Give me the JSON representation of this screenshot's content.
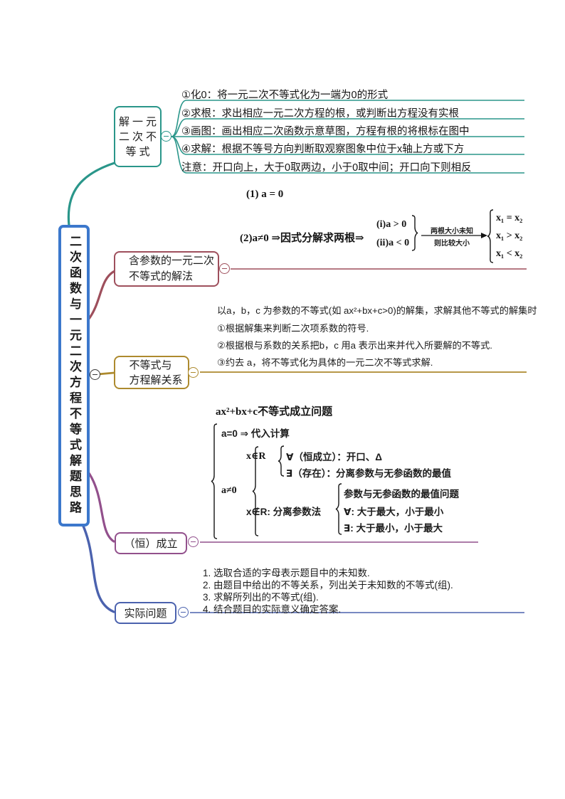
{
  "root": {
    "title": "二次函数与一元二次方程不等式解题思路"
  },
  "colors": {
    "central_blue": "#3c78cc",
    "teal": "#2a968a",
    "maroon": "#9e4f5c",
    "gold": "#ad8a2e",
    "purple": "#92508c",
    "blue": "#4b62ae",
    "toggle_dark": "#3a3a3a",
    "text": "#1c1c1c"
  },
  "solve": {
    "label": "解一元二次不等式",
    "items": [
      "①化0：将一元二次不等式化为一端为0的形式",
      "②求根：求出相应一元二次方程的根，或判断出方程没有实根",
      "③画图：画出相应二次函数示意草图，方程有根的将根标在图中",
      "④求解：根据不等号方向判断取观察图象中位于x轴上方或下方",
      "注意：开口向上，大于0取两边，小于0取中间；开口向下则相反"
    ]
  },
  "param": {
    "label": "含参数的一元二次\n不等式的解法",
    "case1": "(1)  a = 0",
    "case2_prefix": "(2)a≠0 ⇒因式分解求两根⇒",
    "subcases": [
      "(i)a > 0",
      "(ii)a < 0"
    ],
    "arrow_label_top": "两根大小未知",
    "arrow_label_bottom": "则比较大小",
    "results": [
      "x₁ = x₂",
      "x₁ > x₂",
      "x₁ < x₂"
    ]
  },
  "relation": {
    "label": "不等式与\n方程解关系",
    "intro": "以a，b，c 为参数的不等式(如 ax²+bx+c>0)的解集，求解其他不等式的解集时",
    "steps": [
      "①根据解集来判断二次项系数的符号.",
      "②根据根与系数的关系把b，c 用a 表示出来并代入所要解的不等式.",
      "③约去 a，将不等式化为具体的一元二次不等式求解."
    ]
  },
  "hold": {
    "label": "（恒）成立",
    "title": "ax²+bx+c不等式成立问题",
    "case_a0": "a=0 ⇒ 代入计算",
    "case_an0": "a≠0",
    "x_in_R": "x∈R",
    "x_in_R_items": [
      "∀（恒成立）：开口、Δ",
      "∃（存在）：分离参数与无参函数的最值"
    ],
    "x_notin_R": "x∉R:  分离参数法",
    "x_notin_R_items": [
      "参数与无参函数的最值问题",
      "∀:  大于最大，小于最小",
      "∃:  大于最小，小于最大"
    ]
  },
  "practical": {
    "label": "实际问题",
    "steps": [
      "1. 选取合适的字母表示题目中的未知数.",
      "2. 由题目中给出的不等关系，列出关于未知数的不等式(组).",
      "3. 求解所列出的不等式(组).",
      "4. 结合题目的实际意义确定答案."
    ]
  }
}
